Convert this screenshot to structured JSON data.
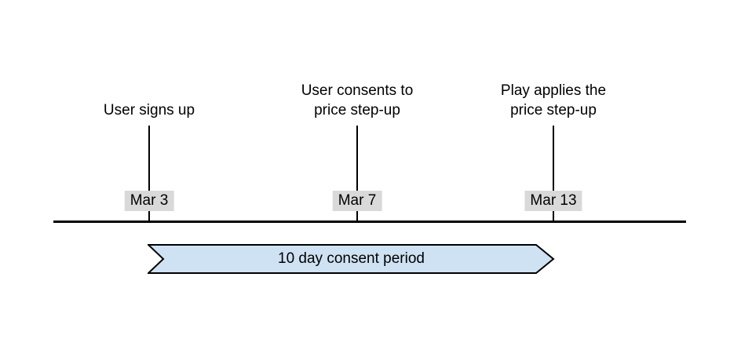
{
  "colors": {
    "page_bg": "#ffffff",
    "text": "#000000",
    "axis": "#000000",
    "badge_bg": "#d9d9d9",
    "banner_fill": "#cfe2f3",
    "banner_border": "#000000"
  },
  "timeline": {
    "events": [
      {
        "label": "User signs up",
        "date": "Mar 3"
      },
      {
        "label": "User consents to\nprice step-up",
        "date": "Mar 7"
      },
      {
        "label": "Play applies the\nprice step-up",
        "date": "Mar 13"
      }
    ],
    "period_banner": {
      "label": "10 day consent period"
    }
  }
}
